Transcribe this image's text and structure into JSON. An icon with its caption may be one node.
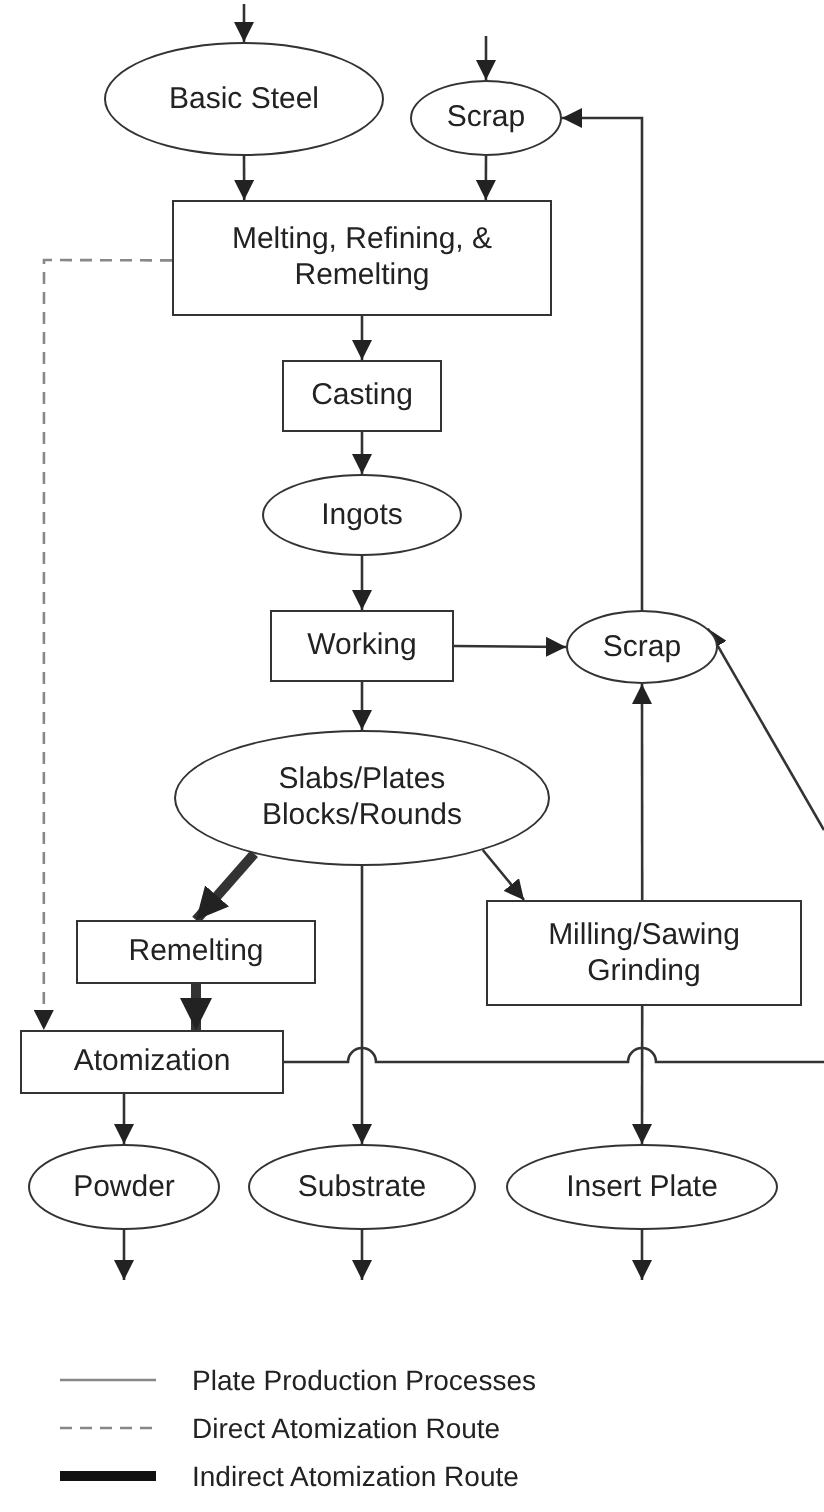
{
  "diagram": {
    "nodes": [
      {
        "text": [
          "Basic Steel"
        ]
      },
      {
        "text": [
          "Scrap"
        ]
      },
      {
        "text": [
          "Melting, Refining, & Remelting"
        ]
      },
      {
        "text": [
          "Casting"
        ]
      },
      {
        "text": [
          "Ingots"
        ]
      },
      {
        "text": [
          "Working"
        ]
      },
      {
        "text": [
          "Scrap"
        ]
      },
      {
        "text": [
          "Slabs/Plates Blocks/Rounds"
        ]
      },
      {
        "text": [
          "Remelting"
        ]
      },
      {
        "text": [
          "Milling/Sawing Grinding"
        ]
      },
      {
        "text": [
          "Atomization"
        ]
      },
      {
        "text": [
          "Powder"
        ]
      },
      {
        "text": [
          "Substrate"
        ]
      },
      {
        "text": [
          "Insert Plate"
        ]
      }
    ],
    "edges": [
      {
        "from": null,
        "to": 0,
        "arrow": "to"
      },
      {
        "from": null,
        "to": 1,
        "arrow": "to"
      },
      {
        "from": 0,
        "to": 2,
        "arrow": "to"
      },
      {
        "from": 1,
        "to": 2,
        "arrow": "to"
      },
      {
        "from": 2,
        "to": 3,
        "arrow": "to"
      },
      {
        "from": 3,
        "to": 4,
        "arrow": "to"
      },
      {
        "from": 4,
        "to": 5,
        "arrow": "to"
      },
      {
        "from": 5,
        "to": 6,
        "arrow": "to"
      },
      {
        "from": 6,
        "to": 1,
        "arrow": "to"
      },
      {
        "from": 5,
        "to": 7,
        "arrow": "to"
      },
      {
        "from": 7,
        "to": 8,
        "arrow": "to",
        "style": "thick"
      },
      {
        "from": 7,
        "to": 12,
        "arrow": "to"
      },
      {
        "from": 7,
        "to": 9,
        "arrow": "to"
      },
      {
        "from": 9,
        "to": 6,
        "arrow": "to"
      },
      {
        "from": null,
        "to": 6,
        "arrow": "to"
      },
      {
        "from": 2,
        "to": 10,
        "arrow": "to",
        "style": "dashed",
        "color": "#888888"
      },
      {
        "from": 8,
        "to": 10,
        "arrow": "to",
        "style": "thick"
      },
      {
        "from": 10,
        "to": null,
        "arrow": "none"
      },
      {
        "from": 9,
        "to": 13,
        "arrow": "to"
      },
      {
        "from": 10,
        "to": 11,
        "arrow": "to"
      },
      {
        "from": 11,
        "to": null,
        "arrow": "to"
      },
      {
        "from": 12,
        "to": null,
        "arrow": "to"
      },
      {
        "from": 13,
        "to": null,
        "arrow": "to"
      }
    ],
    "legend": [
      {
        "text": "Plate Production Processes"
      },
      {
        "text": "Direct Atomization Route"
      },
      {
        "text": "Indirect Atomization Route"
      }
    ]
  }
}
